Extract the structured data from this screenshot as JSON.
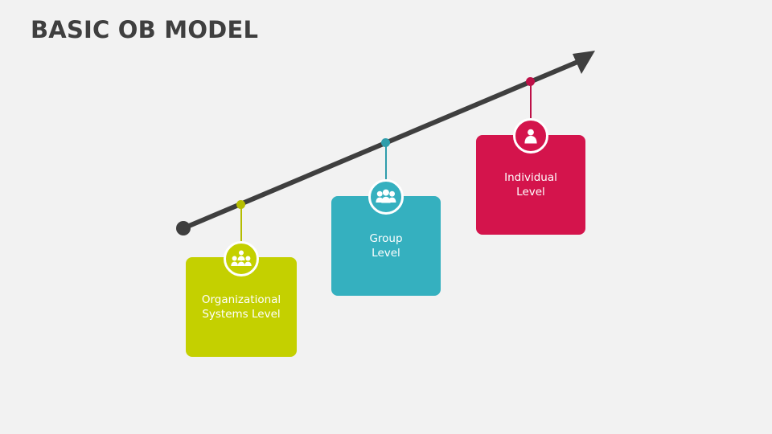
{
  "slide": {
    "title": "BASIC OB MODEL",
    "background_color": "#f2f2f2",
    "title_color": "#3f3f3f"
  },
  "arrow": {
    "name": "upward-trend-arrow",
    "color": "#3f3f3f",
    "start_label": "",
    "end_label": ""
  },
  "levels": [
    {
      "id": "organizational",
      "label": "Organizational\nSystems Level",
      "color": "#c4d000",
      "accent_color": "#b5bd00",
      "icon": "group-of-people-icon"
    },
    {
      "id": "group",
      "label": "Group\nLevel",
      "color": "#35b0bf",
      "accent_color": "#2f9dab",
      "icon": "three-people-icon"
    },
    {
      "id": "individual",
      "label": "Individual\nLevel",
      "color": "#d4144c",
      "accent_color": "#bd1047",
      "icon": "single-person-icon"
    }
  ]
}
